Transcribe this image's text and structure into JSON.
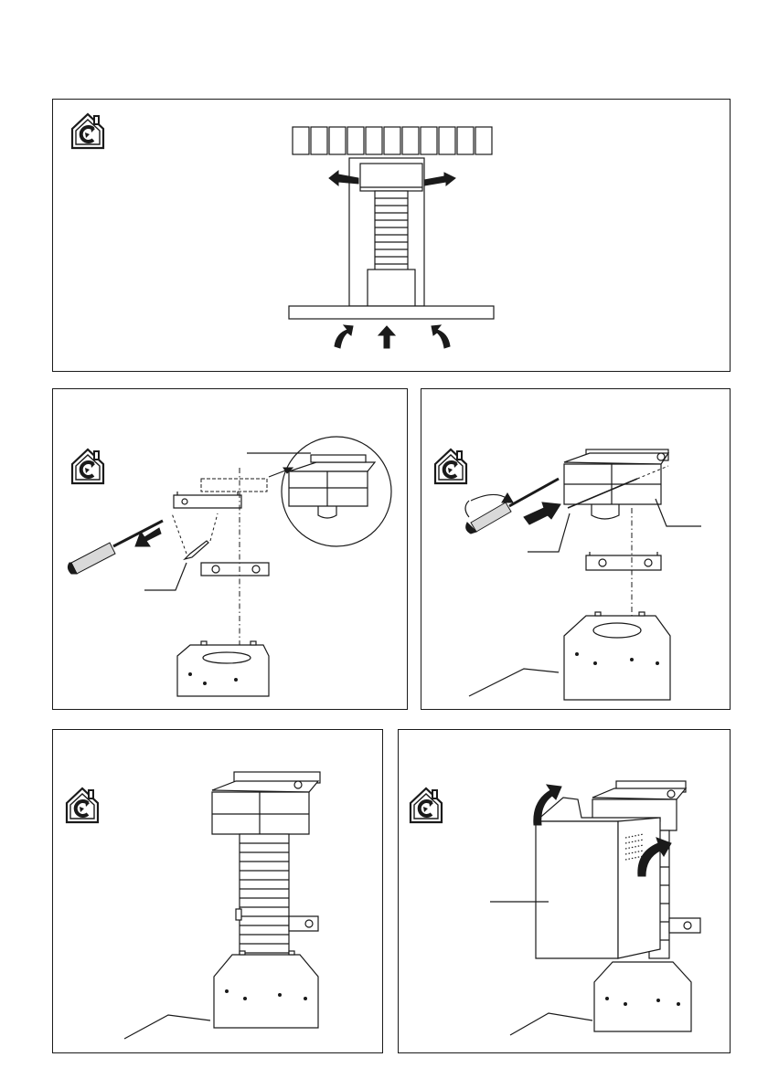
{
  "document": {
    "icons": {
      "recirculation": "recirculation-house-icon"
    },
    "colors": {
      "ink": "#1a1a1a",
      "paper": "#ffffff",
      "shade": "#d9d9d9"
    },
    "panels": [
      {
        "id": "airflow",
        "icon": "recirculation-house-icon"
      },
      {
        "id": "remove-bracket",
        "icon": "recirculation-house-icon"
      },
      {
        "id": "fix-filter-box",
        "icon": "recirculation-house-icon"
      },
      {
        "id": "connect-hose",
        "icon": "recirculation-house-icon"
      },
      {
        "id": "fit-chimney",
        "icon": "recirculation-house-icon"
      }
    ]
  }
}
